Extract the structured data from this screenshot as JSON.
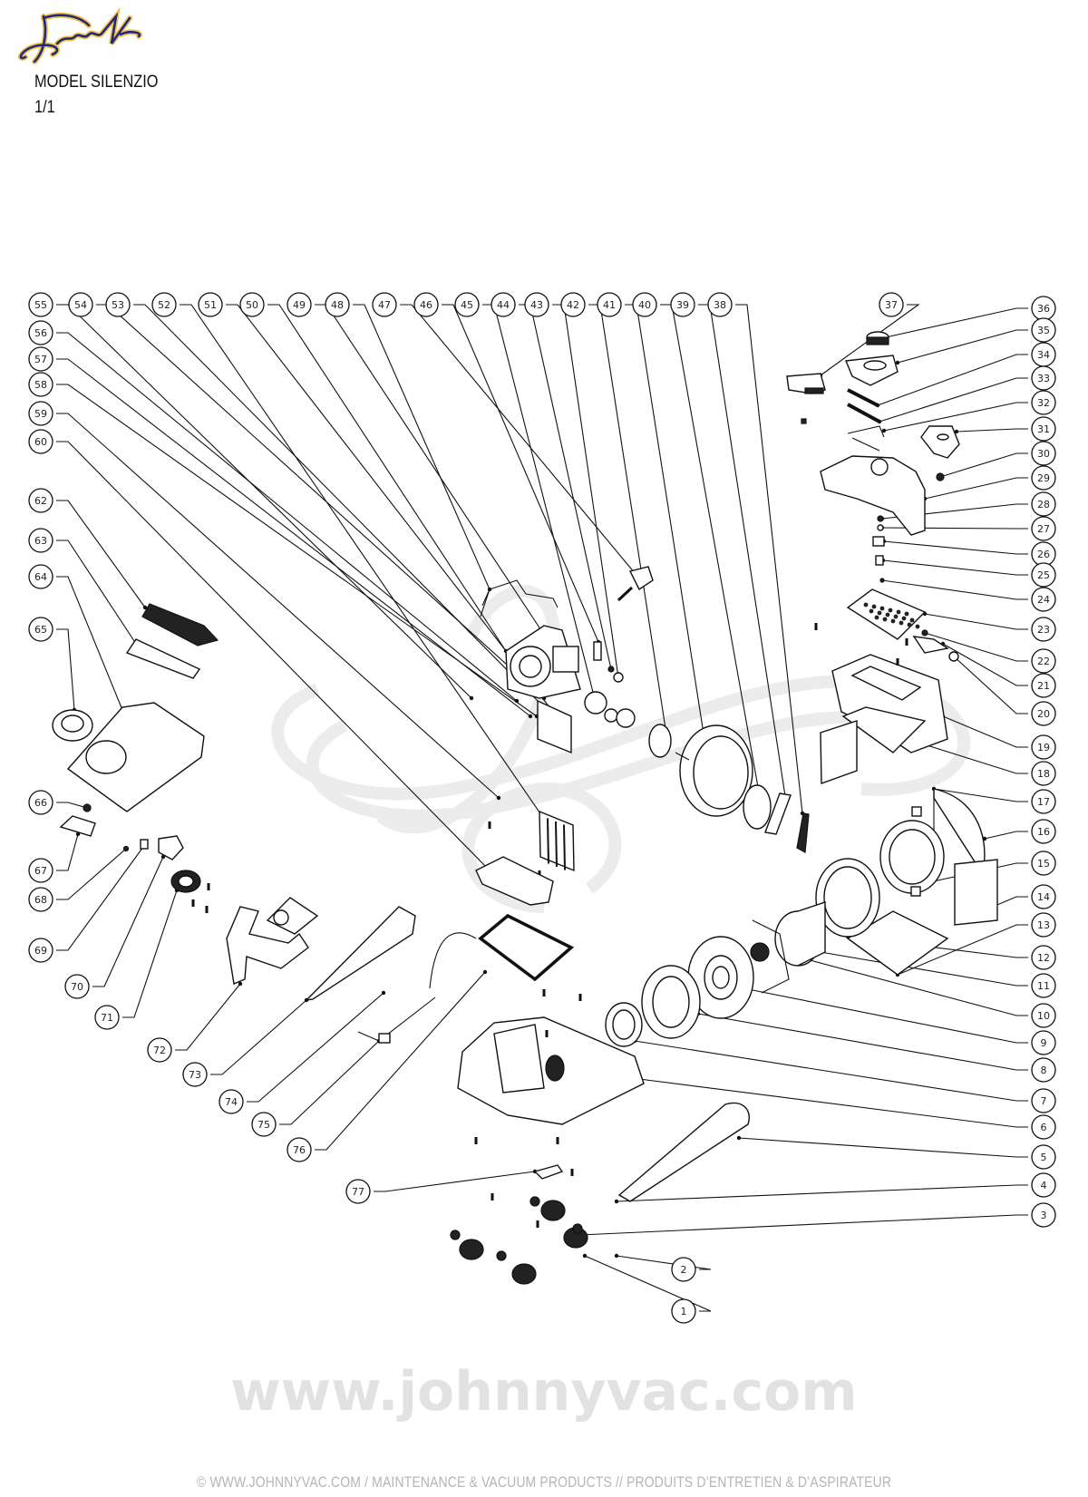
{
  "header": {
    "brand_logo": "JohnnyVac",
    "model": "MODEL SILENZIO",
    "page": "1/1"
  },
  "watermark": {
    "url": "www.johnnyvac.com",
    "script_logo": "JohnnyVac"
  },
  "colors": {
    "logo_blue": "#1f2a7a",
    "logo_gold": "#f2c14e",
    "line": "#111111",
    "footer_gray": "#b5b5b5",
    "watermark_gray": "#e6e6e6"
  },
  "parts": {
    "top_row": [
      "55",
      "54",
      "53",
      "52",
      "51",
      "50",
      "49",
      "48",
      "47",
      "46",
      "45",
      "44",
      "43",
      "42",
      "41",
      "40",
      "39",
      "38"
    ],
    "left_column": [
      "56",
      "57",
      "58",
      "59",
      "60",
      "62",
      "63",
      "64",
      "65",
      "66",
      "67",
      "68",
      "69",
      "70",
      "71",
      "72",
      "73",
      "74",
      "75",
      "76",
      "77"
    ],
    "right_column": [
      "37",
      "36",
      "35",
      "34",
      "33",
      "32",
      "31",
      "30",
      "29",
      "28",
      "27",
      "26",
      "25",
      "24",
      "23",
      "22",
      "21",
      "20",
      "19",
      "18",
      "17",
      "16",
      "15",
      "14",
      "13",
      "12",
      "11",
      "10",
      "9",
      "8",
      "7",
      "6",
      "5",
      "4",
      "3",
      "2",
      "1"
    ]
  },
  "footer": {
    "text": "© WWW.JOHNNYVAC.COM / MAINTENANCE & VACUUM PRODUCTS  //  PRODUITS D’ENTRETIEN & D’ASPIRATEUR"
  }
}
